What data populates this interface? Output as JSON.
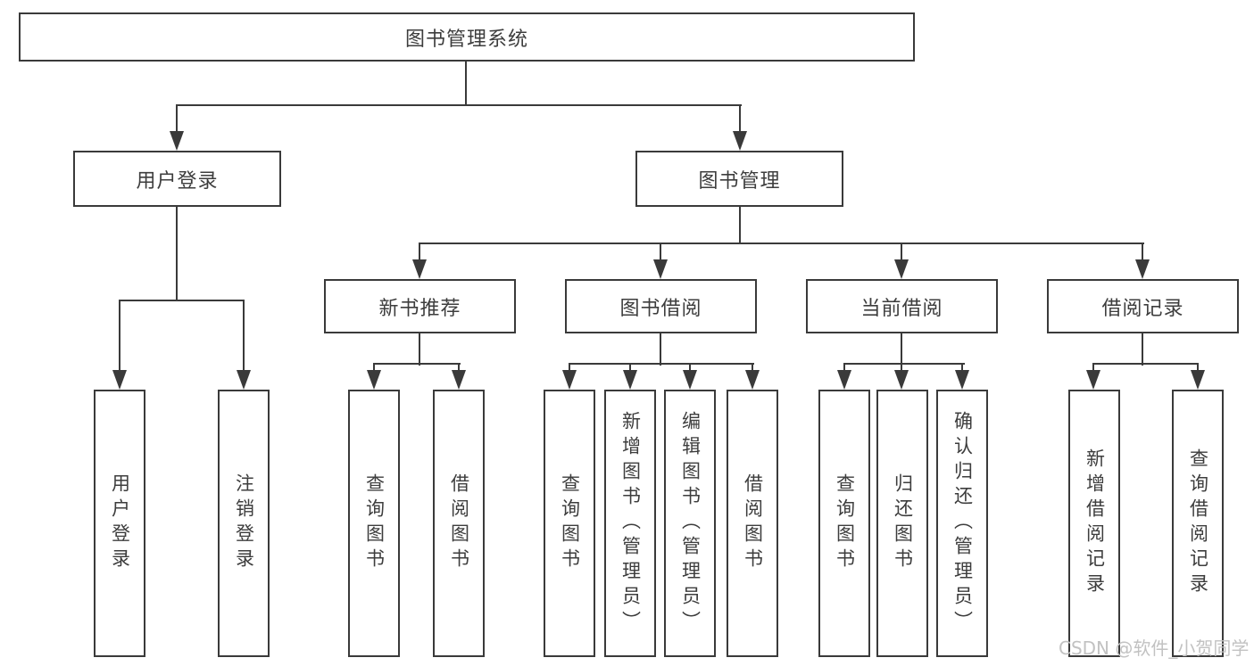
{
  "diagram_type": "hierarchy-tree",
  "colors": {
    "line": "#3a3a3a",
    "node_border": "#3a3a3a",
    "node_fill": "#ffffff",
    "node_text": "#3d3d3d",
    "background": "#ffffff",
    "watermark_text": "#c2c2c2"
  },
  "tree": {
    "label": "图书管理系统",
    "children": [
      {
        "label": "用户登录",
        "children": [
          {
            "label": "用户登录"
          },
          {
            "label": "注销登录"
          }
        ]
      },
      {
        "label": "图书管理",
        "children": [
          {
            "label": "新书推荐",
            "children": [
              {
                "label": "查询图书"
              },
              {
                "label": "借阅图书"
              }
            ]
          },
          {
            "label": "图书借阅",
            "children": [
              {
                "label": "查询图书"
              },
              {
                "label": "新增图书（管理员）"
              },
              {
                "label": "编辑图书（管理员）"
              },
              {
                "label": "借阅图书"
              }
            ]
          },
          {
            "label": "当前借阅",
            "children": [
              {
                "label": "查询图书"
              },
              {
                "label": "归还图书"
              },
              {
                "label": "确认归还（管理员）"
              }
            ]
          },
          {
            "label": "借阅记录",
            "children": [
              {
                "label": "新增借阅记录"
              },
              {
                "label": "查询借阅记录"
              }
            ]
          }
        ]
      }
    ]
  },
  "watermark": {
    "text": "CSDN @软件_小贺同学"
  }
}
